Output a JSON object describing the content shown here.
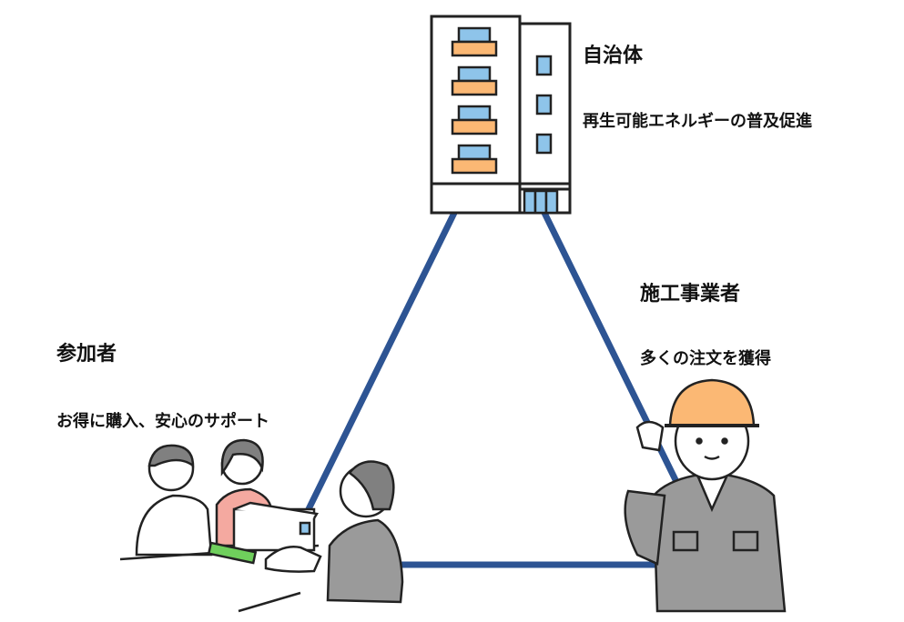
{
  "colors": {
    "line": "#2d5493",
    "orange": "#fbb874",
    "blue": "#8ec4ea",
    "gray": "#9a9a9a",
    "pink": "#f4a9a0",
    "green": "#6fcf5c"
  },
  "municipality": {
    "title": "自治体",
    "desc": "再生可能エネルギーの普及促進"
  },
  "contractor": {
    "title": "施工事業者",
    "desc": "多くの注文を獲得"
  },
  "participant": {
    "title": "参加者",
    "desc": "お得に購入、安心のサポート"
  }
}
